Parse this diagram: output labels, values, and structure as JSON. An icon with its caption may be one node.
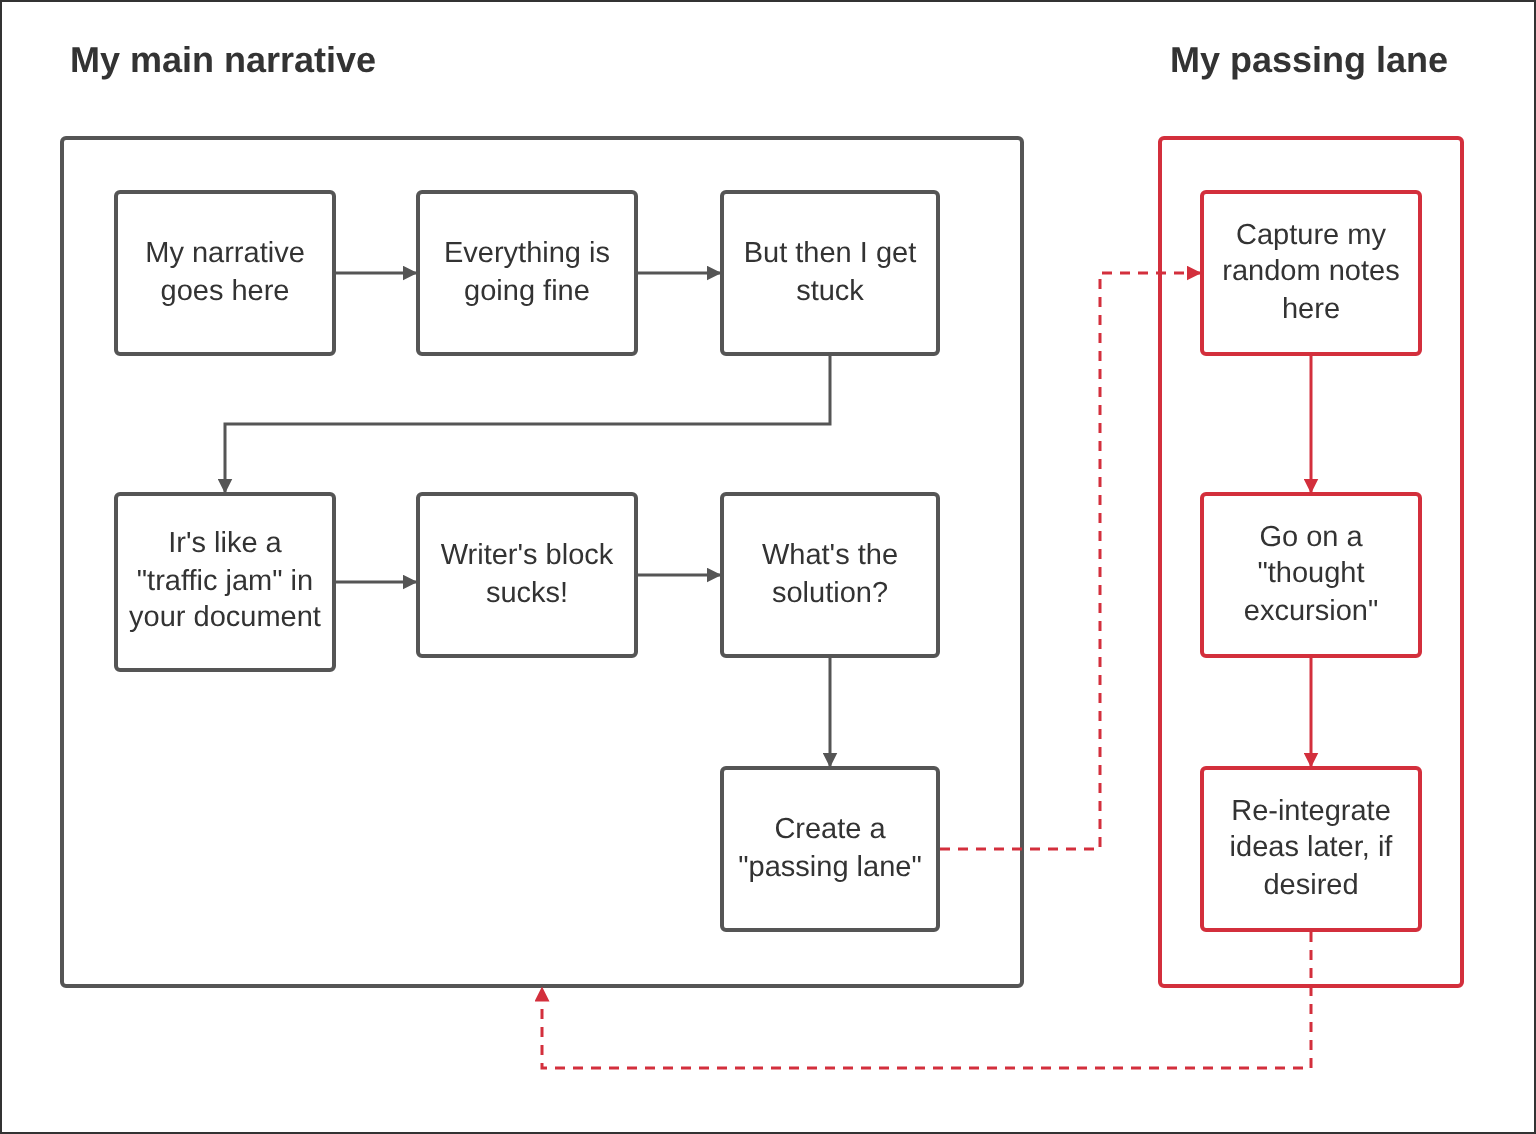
{
  "diagram": {
    "nodes": [
      {
        "text": [
          "My main narrative"
        ]
      },
      {
        "text": [
          "My narrative goes here"
        ],
        "in": 0
      },
      {
        "text": [
          "Everything is going fine"
        ],
        "in": 0
      },
      {
        "text": [
          "But then I get stuck"
        ],
        "in": 0
      },
      {
        "text": [
          "Ir's like a \"traffic jam\" in your document"
        ],
        "in": 0
      },
      {
        "text": [
          "Writer's block sucks!"
        ],
        "in": 0
      },
      {
        "text": [
          "What's the solution?"
        ],
        "in": 0
      },
      {
        "text": [
          "Create a \"passing lane\""
        ],
        "in": 0
      },
      {
        "text": [
          "My passing lane"
        ]
      },
      {
        "text": [
          "Capture my random notes here"
        ],
        "in": 8
      },
      {
        "text": [
          "Go on a \"thought excursion\""
        ],
        "in": 8
      },
      {
        "text": [
          "Re-integrate ideas later, if desired"
        ],
        "in": 8
      }
    ],
    "edges": [
      {
        "from": 1,
        "to": 2,
        "arrow": "to"
      },
      {
        "from": 2,
        "to": 3,
        "arrow": "to"
      },
      {
        "from": 3,
        "to": 4,
        "arrow": "to"
      },
      {
        "from": 4,
        "to": 5,
        "arrow": "to"
      },
      {
        "from": 5,
        "to": 6,
        "arrow": "to"
      },
      {
        "from": 6,
        "to": 7,
        "arrow": "to"
      },
      {
        "from": 7,
        "to": 9,
        "arrow": "to",
        "style": "dashed",
        "color": "#d32f3c"
      },
      {
        "from": 9,
        "to": 10,
        "arrow": "to",
        "color": "#d32f3c"
      },
      {
        "from": 10,
        "to": 11,
        "arrow": "to",
        "color": "#d32f3c"
      },
      {
        "from": 11,
        "to": 0,
        "arrow": "to",
        "style": "dashed",
        "color": "#d32f3c"
      }
    ]
  }
}
